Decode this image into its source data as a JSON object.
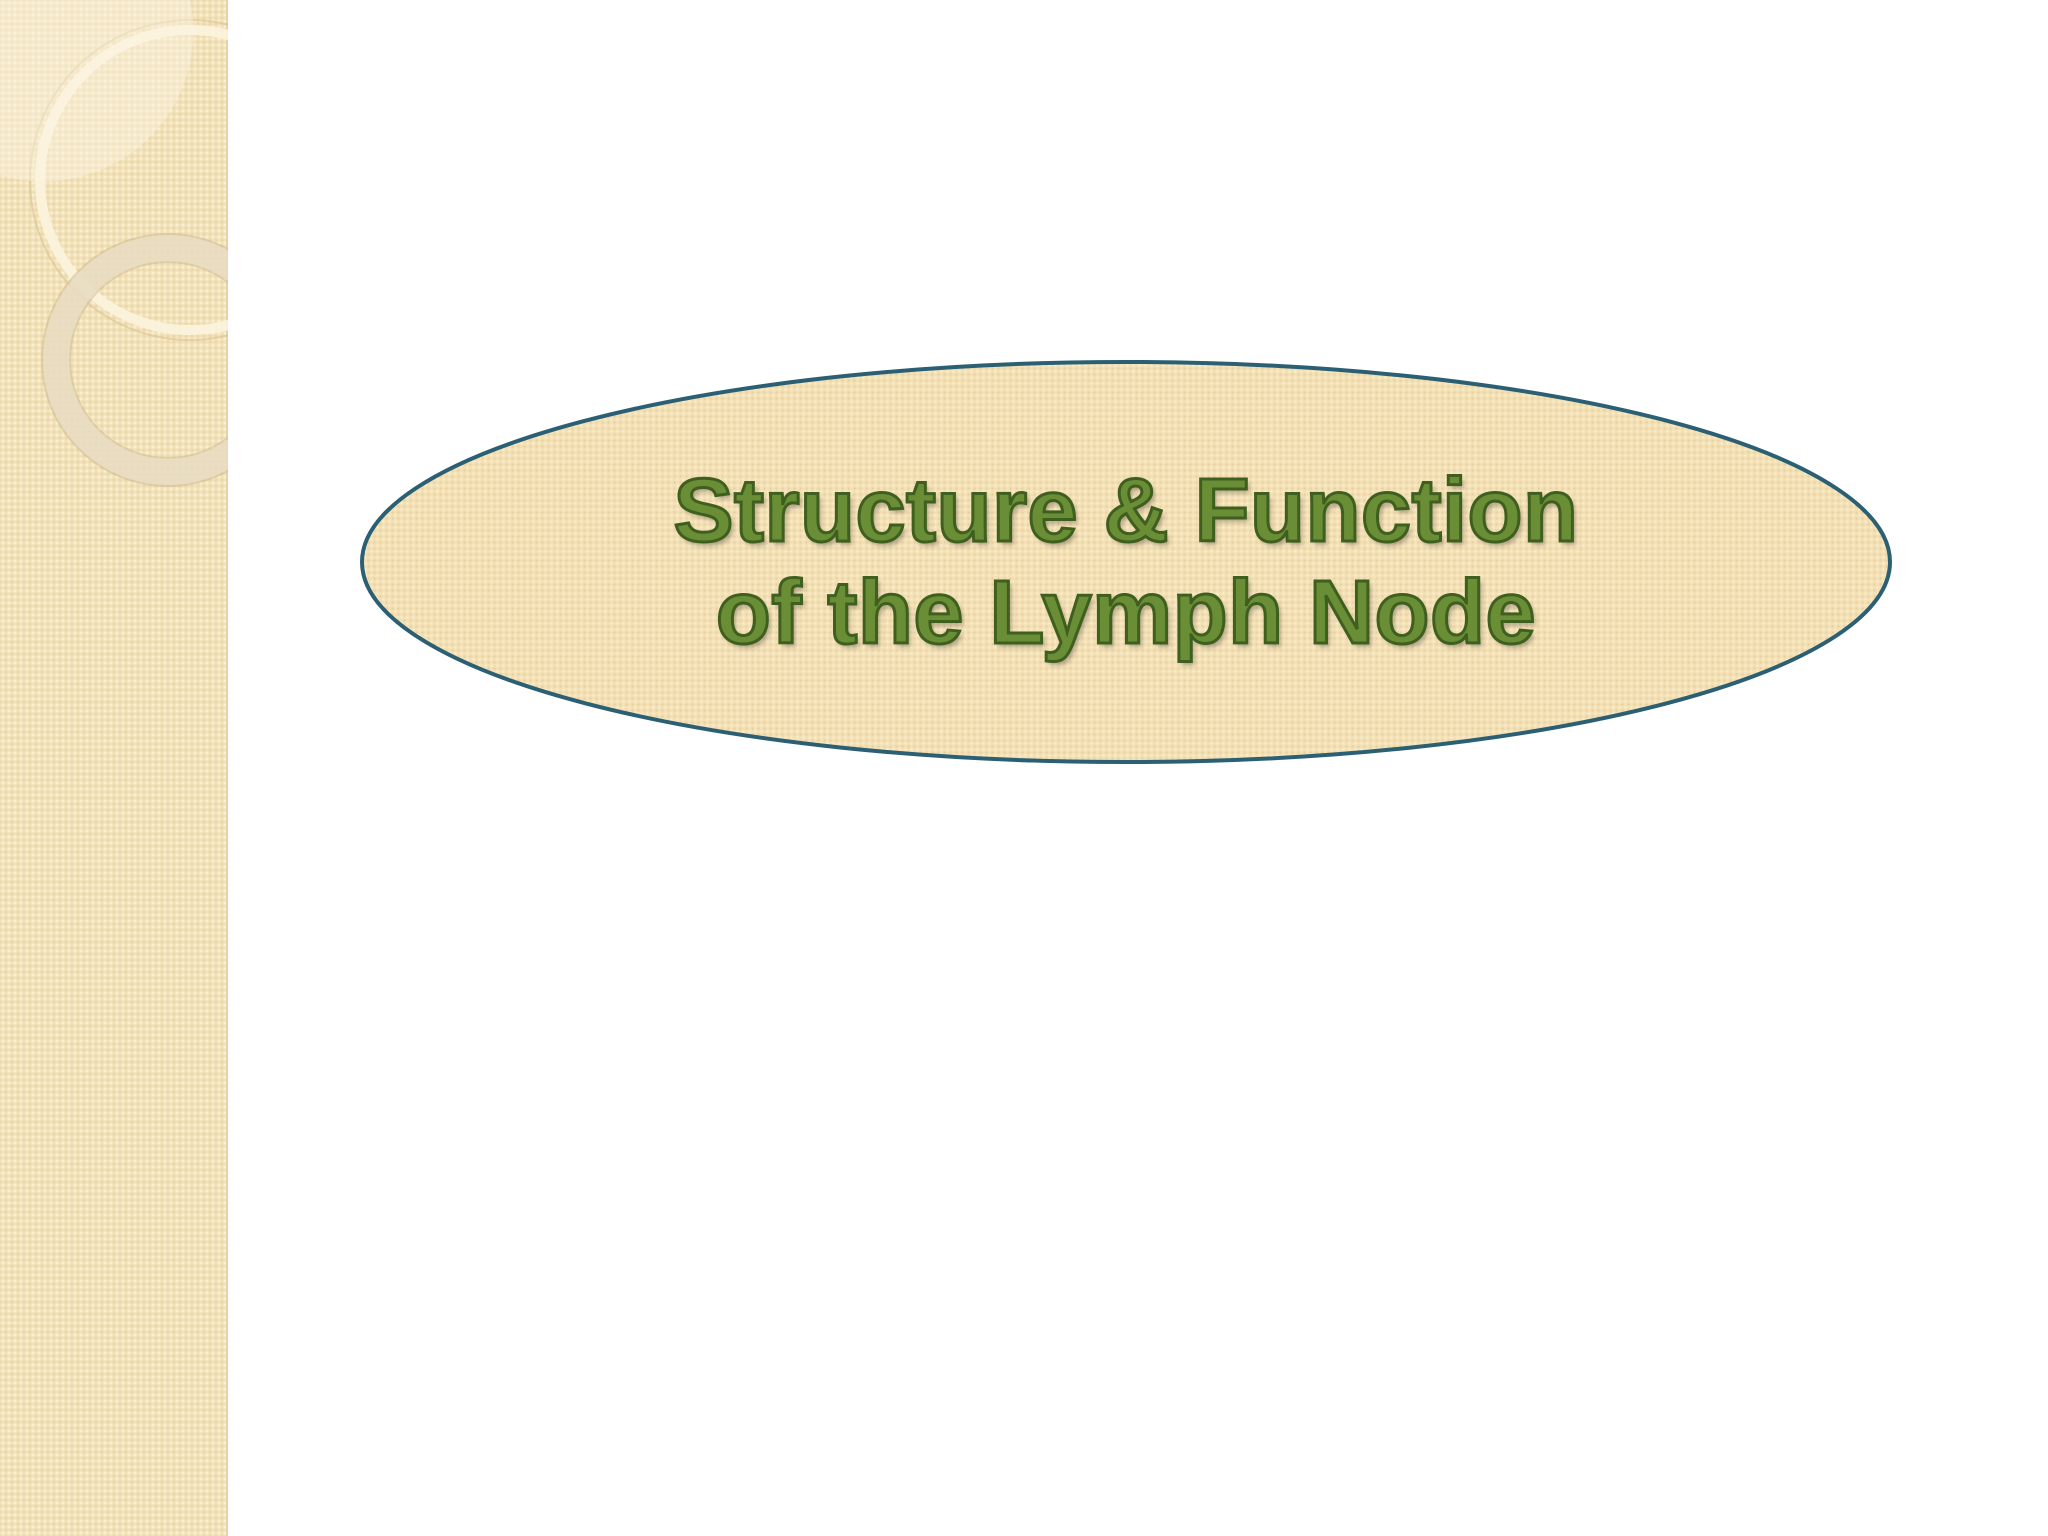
{
  "slide": {
    "title_line_1": "Structure & Function",
    "title_line_2": "of the Lymph Node"
  },
  "colors": {
    "band": "#f3e2b8",
    "oval_fill": "#f3e0b5",
    "oval_border": "#2b5f74",
    "title_fill": "#6a8e36",
    "title_outline": "#3f5f1e"
  },
  "icons": {
    "decor": "concentric-rings"
  }
}
